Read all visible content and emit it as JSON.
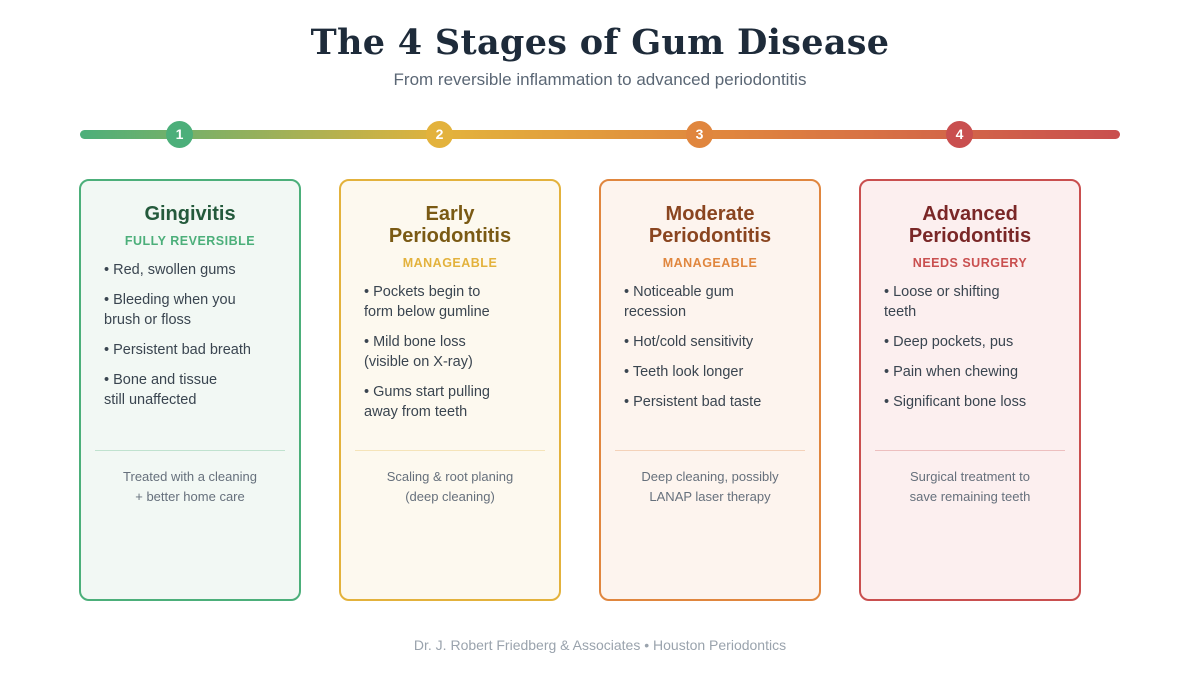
{
  "header": {
    "title": "The 4 Stages of Gum Disease",
    "subtitle": "From reversible inflammation to advanced periodontitis"
  },
  "colors": {
    "stage1": "#4caf7a",
    "stage2": "#e3b23c",
    "stage3": "#e0863e",
    "stage4": "#c94f4f"
  },
  "timeline": {
    "nodes": [
      "1",
      "2",
      "3",
      "4"
    ]
  },
  "stages": [
    {
      "title": "Gingivitis",
      "tag": "FULLY REVERSIBLE",
      "items": [
        "• Red, swollen gums",
        "• Bleeding when you\n   brush or floss",
        "• Persistent bad breath",
        "• Bone and tissue\n   still unaffected"
      ],
      "treatment": "Treated with a cleaning\n+ better home care"
    },
    {
      "title": "Early\nPeriodontitis",
      "tag": "MANAGEABLE",
      "items": [
        "• Pockets begin to\n   form below gumline",
        "• Mild bone loss\n   (visible on X-ray)",
        "• Gums start pulling\n   away from teeth"
      ],
      "treatment": "Scaling & root planing\n(deep cleaning)"
    },
    {
      "title": "Moderate\nPeriodontitis",
      "tag": "MANAGEABLE",
      "items": [
        "• Noticeable gum\n   recession",
        "• Hot/cold sensitivity",
        "• Teeth look longer",
        "• Persistent bad taste"
      ],
      "treatment": "Deep cleaning, possibly\nLANAP laser therapy"
    },
    {
      "title": "Advanced\nPeriodontitis",
      "tag": "NEEDS SURGERY",
      "items": [
        "• Loose or shifting\n   teeth",
        "• Deep pockets, pus",
        "• Pain when chewing",
        "• Significant bone loss"
      ],
      "treatment": "Surgical treatment to\nsave remaining teeth"
    }
  ],
  "footer": {
    "text": "Dr. J. Robert Friedberg & Associates • Houston Periodontics"
  }
}
